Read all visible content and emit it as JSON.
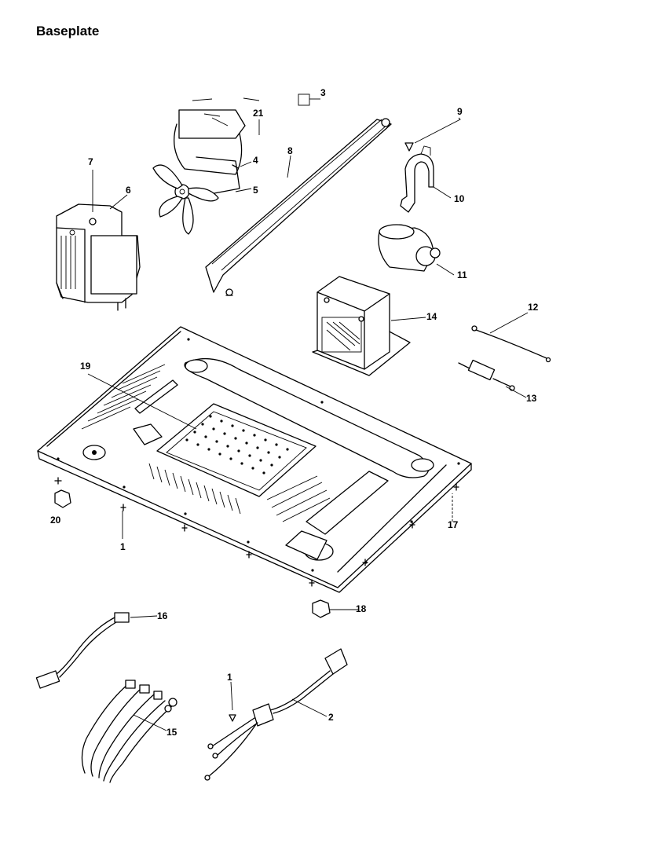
{
  "title": "Baseplate",
  "callouts": {
    "c1_top": "1",
    "c1_bottom": "1",
    "c2": "2",
    "c3": "3",
    "c4": "4",
    "c5": "5",
    "c6": "6",
    "c7": "7",
    "c8": "8",
    "c9": "9",
    "c10": "10",
    "c11": "11",
    "c12": "12",
    "c13": "13",
    "c14": "14",
    "c15": "15",
    "c16": "16",
    "c17": "17",
    "c18": "18",
    "c19": "19",
    "c20": "20",
    "c21": "21"
  }
}
